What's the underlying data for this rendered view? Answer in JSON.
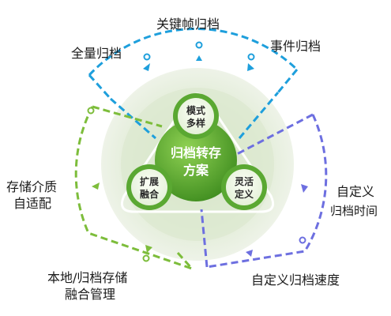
{
  "center": {
    "line1": "归档转存",
    "line2": "方案"
  },
  "nodes": {
    "top": {
      "line1": "模式",
      "line2": "多样"
    },
    "left": {
      "line1": "扩展",
      "line2": "融合"
    },
    "right": {
      "line1": "灵活",
      "line2": "定义"
    }
  },
  "labels": {
    "key_frame": "关键帧归档",
    "full": "全量归档",
    "event": "事件归档",
    "storage_line1": "存储介质",
    "storage_line2": "自适配",
    "custom_time_line1": "自定义",
    "custom_time_line2": "归档时间",
    "local_line1": "本地/归档存储",
    "local_line2": "融合管理",
    "custom_speed": "自定义归档速度"
  },
  "colors": {
    "blue": "#1e9fdc",
    "green": "#7dbd3b",
    "purple": "#6d6fe0",
    "node_green": "#5aa832",
    "halo": "#dfe9d4"
  }
}
